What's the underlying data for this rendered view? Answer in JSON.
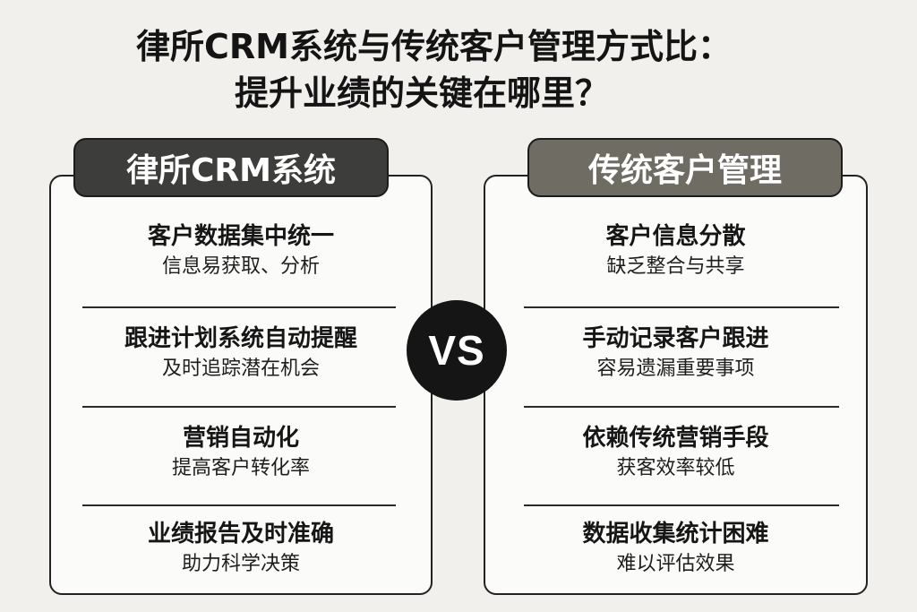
{
  "title": {
    "line1": "律所CRM系统与传统客户管理方式比：",
    "line2": "提升业绩的关键在哪里？"
  },
  "vs_label": "VS",
  "colors": {
    "background": "#f1f0ec",
    "left_tab": "#3d3d3b",
    "right_tab": "#6e6c63",
    "vs_circle": "#151515"
  },
  "left": {
    "heading": "律所CRM系统",
    "items": [
      {
        "head": "客户数据集中统一",
        "sub": "信息易获取、分析"
      },
      {
        "head": "跟进计划系统自动提醒",
        "sub": "及时追踪潜在机会"
      },
      {
        "head": "营销自动化",
        "sub": "提高客户转化率"
      },
      {
        "head": "业绩报告及时准确",
        "sub": "助力科学决策"
      }
    ]
  },
  "right": {
    "heading": "传统客户管理",
    "items": [
      {
        "head": "客户信息分散",
        "sub": "缺乏整合与共享"
      },
      {
        "head": "手动记录客户跟进",
        "sub": "容易遗漏重要事项"
      },
      {
        "head": "依赖传统营销手段",
        "sub": "获客效率较低"
      },
      {
        "head": "数据收集统计困难",
        "sub": "难以评估效果"
      }
    ]
  }
}
